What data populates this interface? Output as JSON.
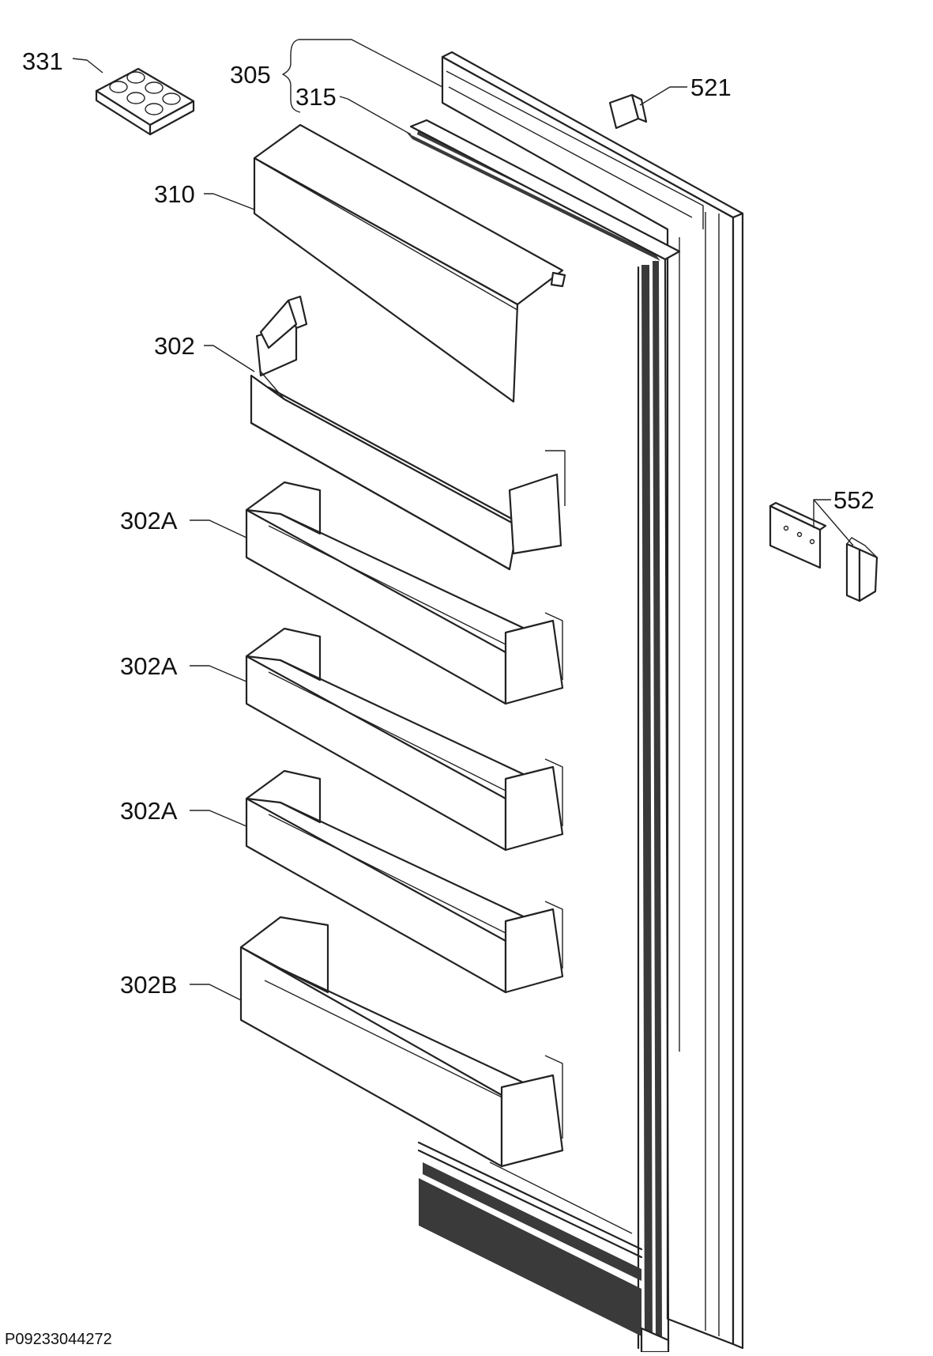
{
  "diagram": {
    "document_id": "P09233044272",
    "callouts": [
      {
        "key": "c331",
        "label": "331"
      },
      {
        "key": "c305",
        "label": "305"
      },
      {
        "key": "c315",
        "label": "315"
      },
      {
        "key": "c521",
        "label": "521"
      },
      {
        "key": "c310",
        "label": "310"
      },
      {
        "key": "c302",
        "label": "302"
      },
      {
        "key": "c302a_1",
        "label": "302A"
      },
      {
        "key": "c302a_2",
        "label": "302A"
      },
      {
        "key": "c302a_3",
        "label": "302A"
      },
      {
        "key": "c302b",
        "label": "302B"
      },
      {
        "key": "c552",
        "label": "552"
      }
    ]
  }
}
